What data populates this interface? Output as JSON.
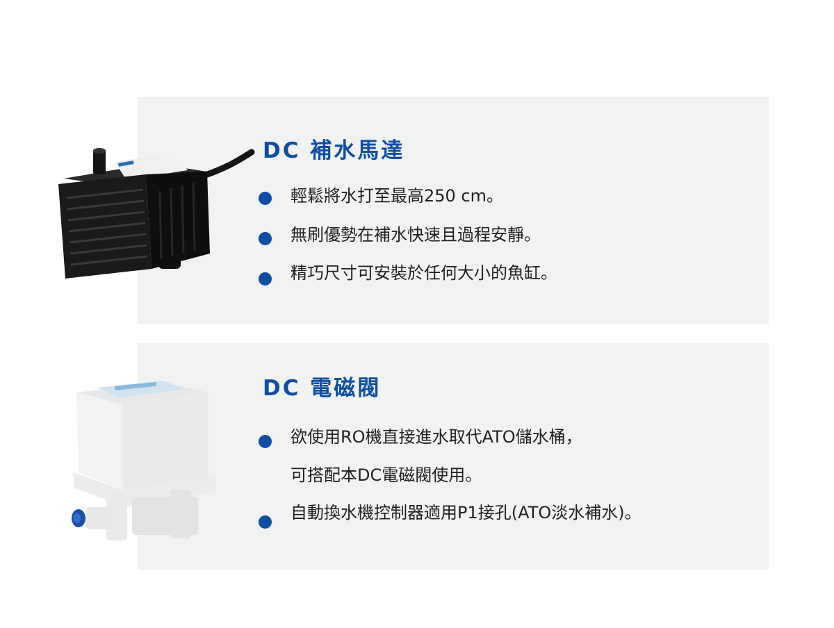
{
  "sections": [
    {
      "title": "DC 補水馬達",
      "items": [
        "輕鬆將水打至最高250 cm。",
        "無刷優勢在補水快速且過程安靜。",
        "精巧尺寸可安裝於任何大小的魚缸。"
      ]
    },
    {
      "title": "DC 電磁閥",
      "items": [
        "欲使用RO機直接進水取代ATO儲水桶，",
        "可搭配本DC電磁閥使用。",
        "自動換水機控制器適用P1接孔(ATO淡水補水)。"
      ]
    }
  ],
  "colors": {
    "accent": "#0d4ea2",
    "panel_bg": "#f1f2f2",
    "text": "#1f1f1f"
  }
}
